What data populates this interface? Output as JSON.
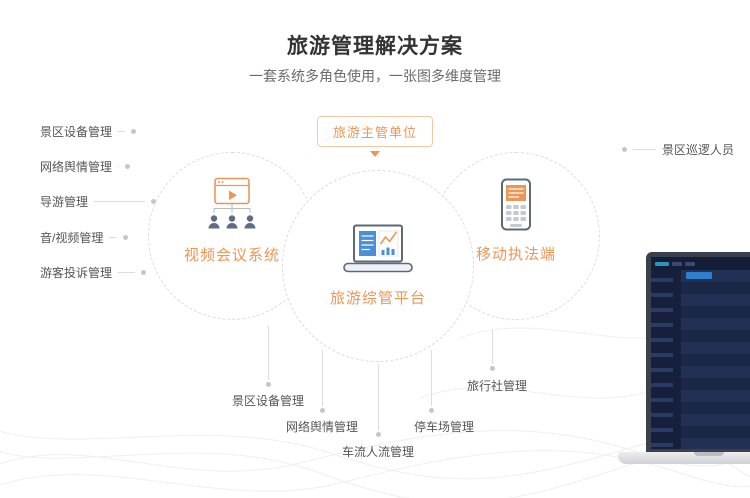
{
  "header": {
    "title": "旅游管理解决方案",
    "subtitle": "一套系统多角色使用，一张图多维度管理"
  },
  "authority": {
    "label": "旅游主管单位"
  },
  "circles": {
    "video": {
      "label": "视频会议系统"
    },
    "platform": {
      "label": "旅游综管平台"
    },
    "mobile": {
      "label": "移动执法端"
    }
  },
  "left_items": [
    "景区设备管理",
    "网络舆情管理",
    "导游管理",
    "音/视频管理",
    "游客投诉管理"
  ],
  "right_items": [
    "景区巡逻人员"
  ],
  "bottom_items": [
    "景区设备管理",
    "网络舆情管理",
    "车流人流管理",
    "停车场管理",
    "旅行社管理"
  ],
  "icons": {
    "video_conference": "video-conference-icon",
    "platform": "laptop-chart-icon",
    "mobile": "handheld-terminal-icon",
    "arrow": "down-arrow-icon"
  },
  "colors": {
    "accent": "#ED9757",
    "line": "#dcdcdc",
    "label_text": "#555555",
    "title_text": "#333333"
  }
}
